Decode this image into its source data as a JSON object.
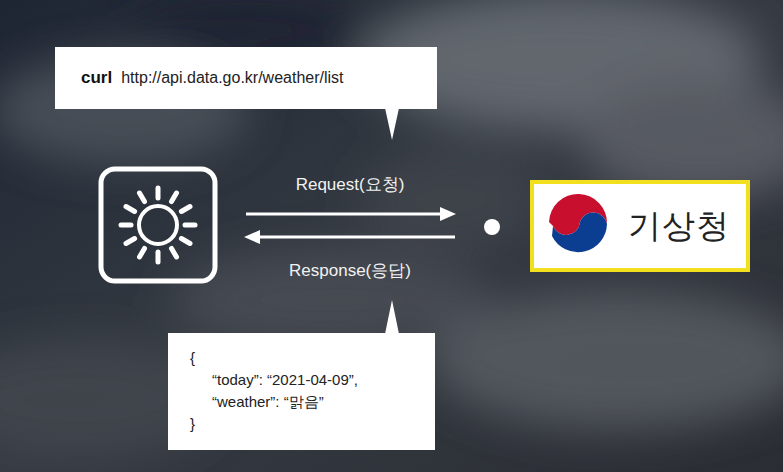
{
  "diagram": {
    "nodes": [
      {
        "text": [
          "curl",
          "http://api.data.go.kr/weather/list"
        ]
      },
      {
        "text": [
          "기상청"
        ]
      },
      {
        "text": [
          "{",
          "“today”: “2021-04-09”,",
          "“weather”: “맑음”",
          "}"
        ]
      }
    ],
    "labels": [
      "Request(요청)",
      "Response(응답)"
    ]
  }
}
